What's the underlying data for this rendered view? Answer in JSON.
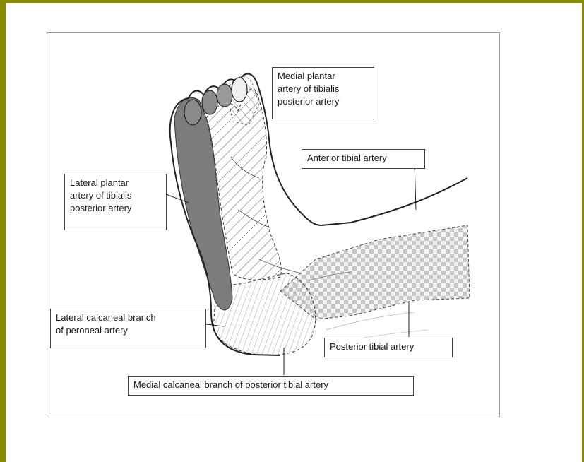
{
  "labels": {
    "medial_plantar": [
      "Medial plantar",
      "artery of tibialis",
      "posterior artery"
    ],
    "anterior_tibial": "Anterior tibial artery",
    "lateral_plantar": [
      "Lateral plantar",
      "artery of tibialis",
      "posterior artery"
    ],
    "lateral_calcaneal": [
      "Lateral calcaneal branch",
      "of peroneal artery"
    ],
    "posterior_tibial": "Posterior tibial artery",
    "medial_calcaneal": "Medial calcaneal branch of posterior tibial artery"
  },
  "colors": {
    "frame": "#8a8a00",
    "outline": "#222222",
    "shading": "#6e6e6e",
    "checker": "#d8d8d8"
  }
}
